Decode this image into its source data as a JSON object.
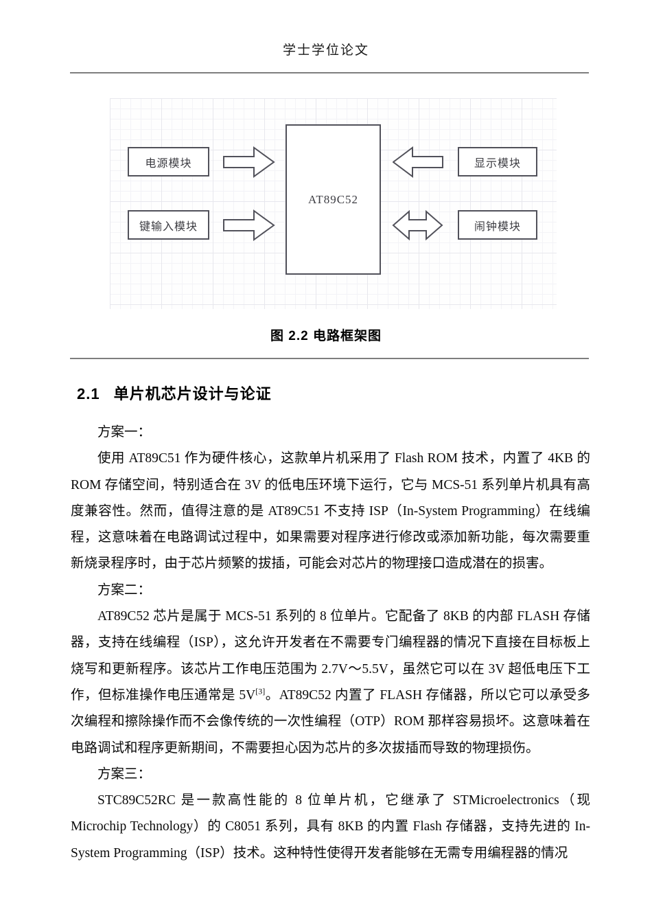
{
  "header": {
    "title": "学士学位论文"
  },
  "figure": {
    "caption": "图 2.2 电路框架图",
    "chip": "AT89C52",
    "modules": {
      "power": "电源模块",
      "key_input": "键输入模块",
      "display": "显示模块",
      "alarm": "闹钟模块"
    },
    "arrows": {
      "power_to_chip": "right",
      "key_to_chip": "right",
      "display_to_chip": "left",
      "alarm_chip": "bidirectional"
    }
  },
  "section": {
    "number": "2.1",
    "title": "单片机芯片设计与论证"
  },
  "body": {
    "scheme1_label": "方案一：",
    "scheme1_text": "使用 AT89C51 作为硬件核心，这款单片机采用了 Flash ROM 技术，内置了 4KB 的 ROM 存储空间，特别适合在 3V 的低电压环境下运行，它与 MCS-51 系列单片机具有高度兼容性。然而，值得注意的是 AT89C51 不支持 ISP（In-System Programming）在线编程，这意味着在电路调试过程中，如果需要对程序进行修改或添加新功能，每次需要重新烧录程序时，由于芯片频繁的拔插，可能会对芯片的物理接口造成潜在的损害。",
    "scheme2_label": "方案二：",
    "scheme2_text_part1": "AT89C52 芯片是属于 MCS-51 系列的 8 位单片。它配备了 8KB 的内部 FLASH 存储器，支持在线编程（ISP），这允许开发者在不需要专门编程器的情况下直接在目标板上烧写和更新程序。该芯片工作电压范围为 2.7V～5.5V，虽然它可以在 3V 超低电压下工作，但标准操作电压通常是 5V",
    "scheme2_ref": "[3]",
    "scheme2_text_part2": "。AT89C52 内置了 FLASH 存储器，所以它可以承受多次编程和擦除操作而不会像传统的一次性编程（OTP）ROM 那样容易损坏。这意味着在电路调试和程序更新期间，不需要担心因为芯片的多次拔插而导致的物理损伤。",
    "scheme3_label": "方案三：",
    "scheme3_text": "STC89C52RC 是一款高性能的 8 位单片机，它继承了 STMicroelectronics（现 Microchip Technology）的 C8051 系列，具有 8KB 的内置 Flash 存储器，支持先进的 In-System Programming（ISP）技术。这种特性使得开发者能够在无需专用编程器的情况"
  },
  "colors": {
    "rule_gray": "#7e7e7e",
    "box_border": "#51515a",
    "grid_major": "#e7e7ed",
    "grid_minor": "#f3f3f7"
  }
}
